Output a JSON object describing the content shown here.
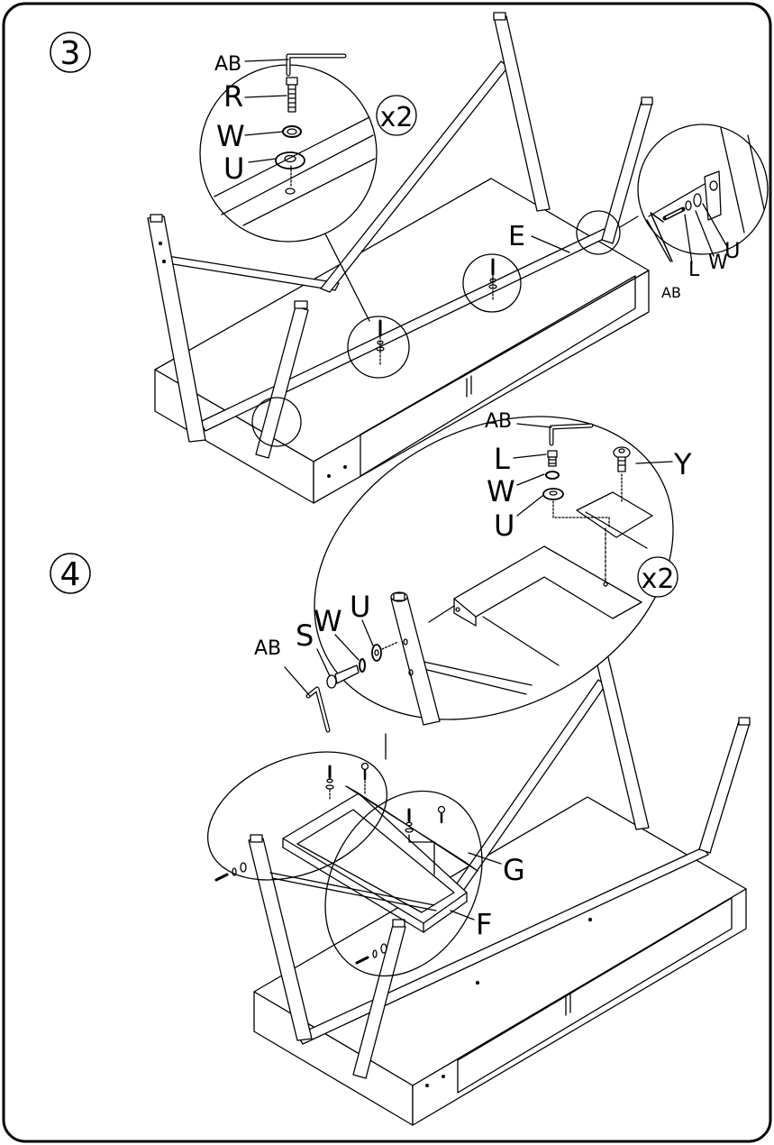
{
  "steps": {
    "step3": {
      "number": "3"
    },
    "step4": {
      "number": "4"
    }
  },
  "step3": {
    "callout_top": {
      "labels": {
        "ab": "AB",
        "r": "R",
        "w": "W",
        "u": "U"
      },
      "quantity": "x2"
    },
    "callout_right": {
      "labels": {
        "ab": "AB",
        "l": "L",
        "w": "W",
        "u": "U"
      }
    },
    "part_label": "E"
  },
  "step4": {
    "callout_top": {
      "labels": {
        "ab": "AB",
        "l": "L",
        "w": "W",
        "u": "U",
        "y": "Y"
      },
      "quantity": "x2"
    },
    "callout_left": {
      "labels": {
        "ab": "AB",
        "s": "S",
        "w": "W",
        "u": "U"
      }
    },
    "part_labels": {
      "g": "G",
      "f": "F"
    }
  },
  "colors": {
    "line": "#000000",
    "background": "#ffffff"
  }
}
